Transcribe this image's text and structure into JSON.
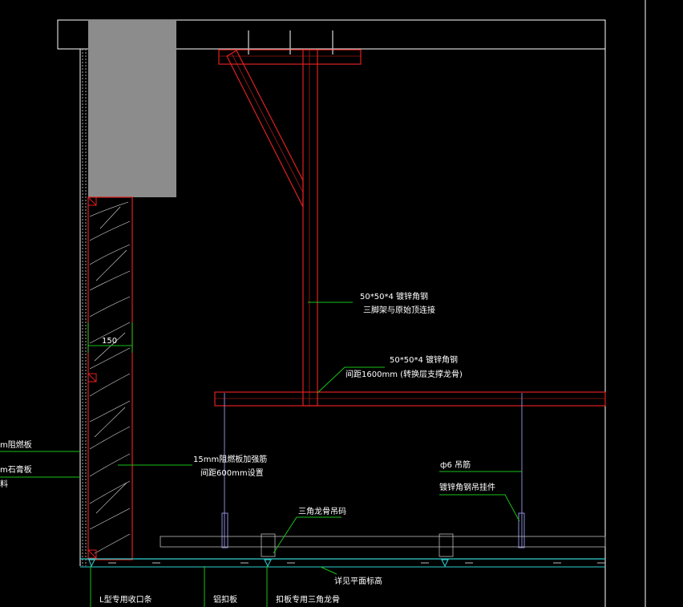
{
  "drawing": {
    "dimension_150": "150",
    "labels": {
      "angle_steel_1_line1": "50*50*4 镀锌角钢",
      "angle_steel_1_line2": "三脚架与原始顶连接",
      "angle_steel_2_line1": "50*50*4 镀锌角钢",
      "angle_steel_2_line2": "间距1600mm (转换层支撑龙骨)",
      "board_line1": "15mm阻燃板加强筋",
      "board_line2": "间距600mm设置",
      "rod": "ф6 吊筋",
      "hanger": "镀锌角钢吊挂件",
      "triangle_clip": "三角龙骨吊码",
      "plan_height": "详见平面标高",
      "left_1": "m阻燃板",
      "left_2": "m石膏板",
      "left_3": "料",
      "bottom_1": "L型专用收口条",
      "bottom_2": "铝扣板",
      "bottom_3": "扣板专用三角龙骨"
    },
    "colors": {
      "background": "#000000",
      "structure": "#e02020",
      "leader": "#18c018",
      "rod": "#8a8ad8",
      "ceiling": "#30d0d0",
      "wall_block": "#8c8c8c",
      "outline": "#ffffff"
    }
  }
}
